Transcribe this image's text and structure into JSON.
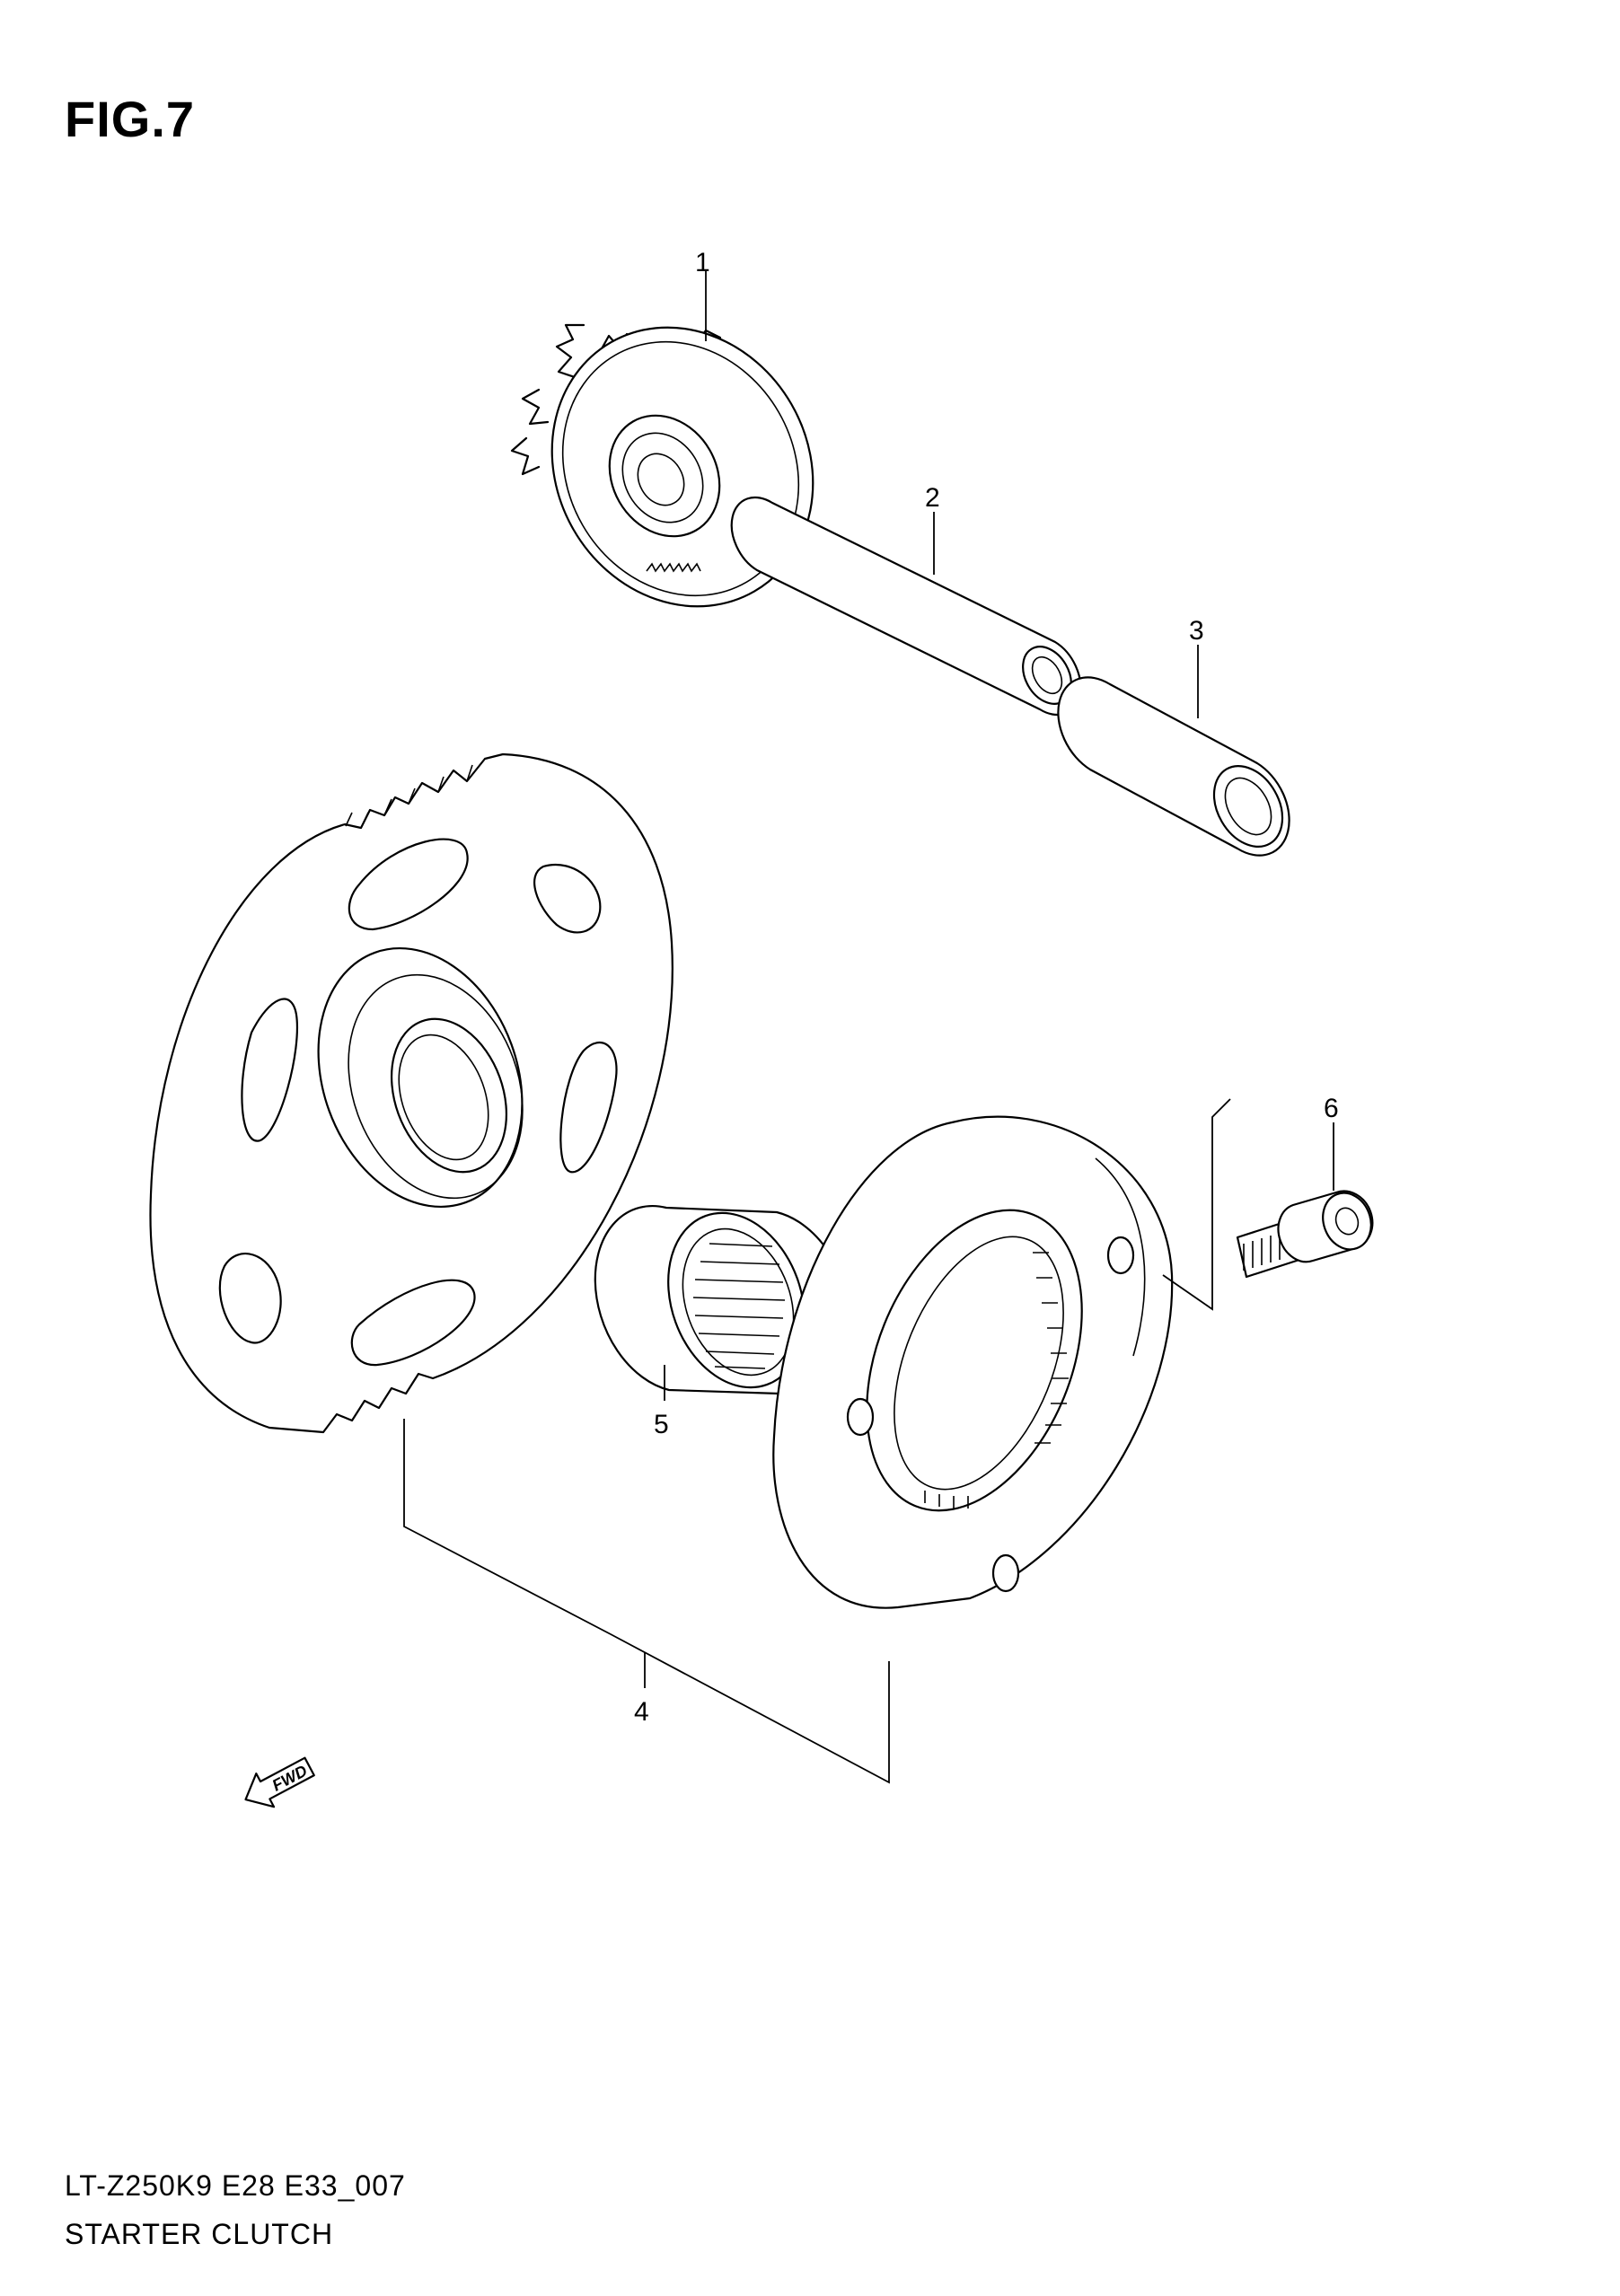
{
  "figure": {
    "title": "FIG.7"
  },
  "callouts": [
    {
      "id": "1",
      "label": "1"
    },
    {
      "id": "2",
      "label": "2"
    },
    {
      "id": "3",
      "label": "3"
    },
    {
      "id": "4",
      "label": "4"
    },
    {
      "id": "5",
      "label": "5"
    },
    {
      "id": "6",
      "label": "6"
    }
  ],
  "fwd_arrow": {
    "label": "FWD"
  },
  "footer": {
    "code": "LT-Z250K9 E28 E33_007",
    "name": "STARTER CLUTCH"
  }
}
